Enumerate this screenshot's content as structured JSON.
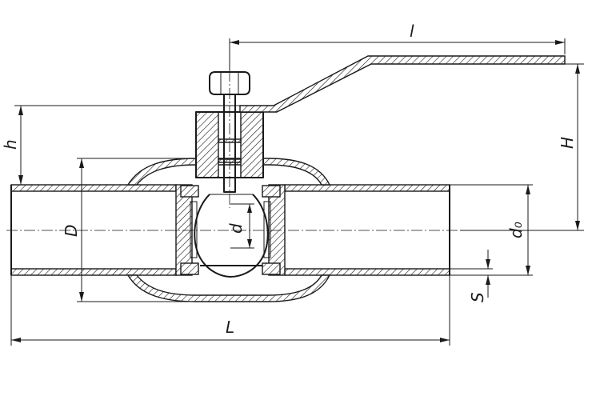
{
  "dimensions": {
    "handle_length": "l",
    "total_height": "H",
    "stem_height": "h",
    "outer_diameter": "D",
    "bore_diameter": "d",
    "pipe_diameter": "d₀",
    "wall_thickness": "S",
    "overall_length": "L"
  }
}
